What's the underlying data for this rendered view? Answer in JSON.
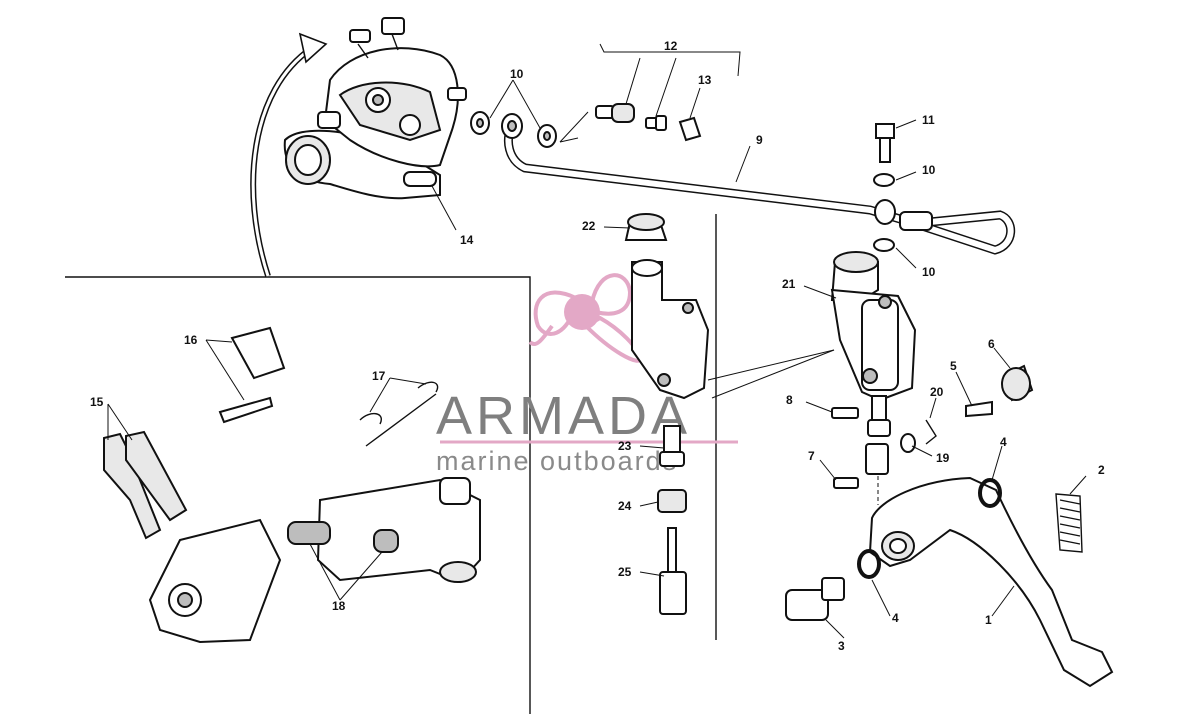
{
  "diagram": {
    "callouts": {
      "c1": "1",
      "c2": "2",
      "c3": "3",
      "c4a": "4",
      "c4b": "4",
      "c5": "5",
      "c6": "6",
      "c7": "7",
      "c8": "8",
      "c9": "9",
      "c10a": "10",
      "c10b": "10",
      "c10c": "10",
      "c11": "11",
      "c12": "12",
      "c13": "13",
      "c14": "14",
      "c15": "15",
      "c16": "16",
      "c17": "17",
      "c18": "18",
      "c19": "19",
      "c20": "20",
      "c21": "21",
      "c22": "22",
      "c23": "23",
      "c24": "24",
      "c25": "25"
    }
  },
  "watermark": {
    "title": "ARMADA",
    "subtitle": "marine outboards",
    "colors": {
      "propeller": "#e3a8c6",
      "text": "#7f7f7f",
      "underline": "#e3a8c6"
    }
  }
}
